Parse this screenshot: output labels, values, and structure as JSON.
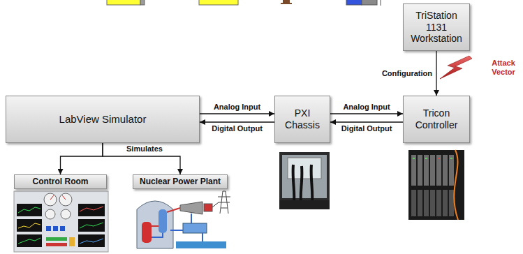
{
  "diagram": {
    "nodes": [
      {
        "text": [
          "TriStation 1131 Workstation"
        ]
      },
      {
        "text": [
          "LabView Simulator"
        ]
      },
      {
        "text": [
          "PXI Chassis"
        ]
      },
      {
        "text": [
          "Tricon Controller"
        ]
      },
      {
        "text": [
          "Control Room"
        ]
      },
      {
        "text": [
          "Nuclear Power Plant"
        ]
      }
    ],
    "edges": [
      {
        "from": 0,
        "to": 3,
        "label": "Configuration",
        "arrow": "to"
      },
      {
        "from": 1,
        "to": 2,
        "label": "Analog Input",
        "arrow": "to"
      },
      {
        "from": 2,
        "to": 1,
        "label": "Digital Output",
        "arrow": "to"
      },
      {
        "from": 2,
        "to": 3,
        "label": "Analog Input",
        "arrow": "to"
      },
      {
        "from": 3,
        "to": 2,
        "label": "Digital Output",
        "arrow": "to"
      },
      {
        "from": 1,
        "to": 4,
        "arrow": "to"
      },
      {
        "from": 1,
        "to": 5,
        "arrow": "to"
      }
    ],
    "labels": [
      "Simulates",
      "Attack Vector"
    ]
  }
}
